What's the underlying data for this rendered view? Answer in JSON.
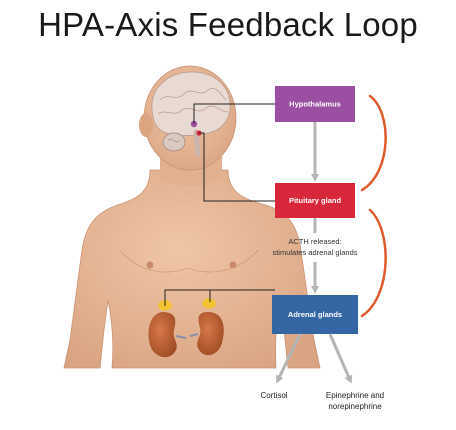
{
  "title": "HPA-Axis Feedback Loop",
  "nodes": {
    "hypothalamus": {
      "label": "Hypothalamus",
      "color": "#9b4fa3"
    },
    "pituitary": {
      "label": "Pituitary gland",
      "color": "#d8263a"
    },
    "adrenal": {
      "label": "Adrenal glands",
      "color": "#3466a3"
    }
  },
  "edge_label": {
    "line1": "ACTH released:",
    "line2": "stimulates adrenal glands"
  },
  "outputs": {
    "cortisol": "Cortisol",
    "epi_line1": "Epinephrine and",
    "epi_line2": "norepinephrine"
  },
  "colors": {
    "feedback_arc": "#e05a2b",
    "arrow": "#b5b5b5",
    "skin": "#e2b494",
    "kidney": "#c0622f",
    "adrenal_cap": "#f4c430"
  }
}
